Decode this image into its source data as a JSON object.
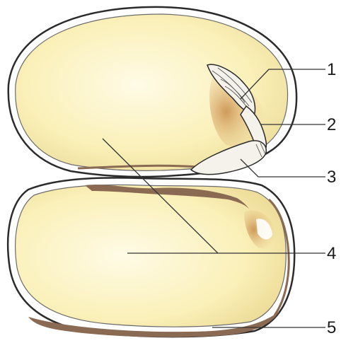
{
  "labels": [
    {
      "id": "1",
      "text": "1"
    },
    {
      "id": "2",
      "text": "2"
    },
    {
      "id": "3",
      "text": "3"
    },
    {
      "id": "4",
      "text": "4"
    },
    {
      "id": "5",
      "text": "5"
    }
  ],
  "colors": {
    "cotyledon_fill": "#faf3c4",
    "cotyledon_inner": "#fffbe6",
    "seed_coat_brown": "#8a6a52",
    "outline": "#2b2b2b",
    "embryo_white": "#f4f2ea",
    "embryo_shadow": "#c98a4a",
    "leader_line": "#333333"
  }
}
